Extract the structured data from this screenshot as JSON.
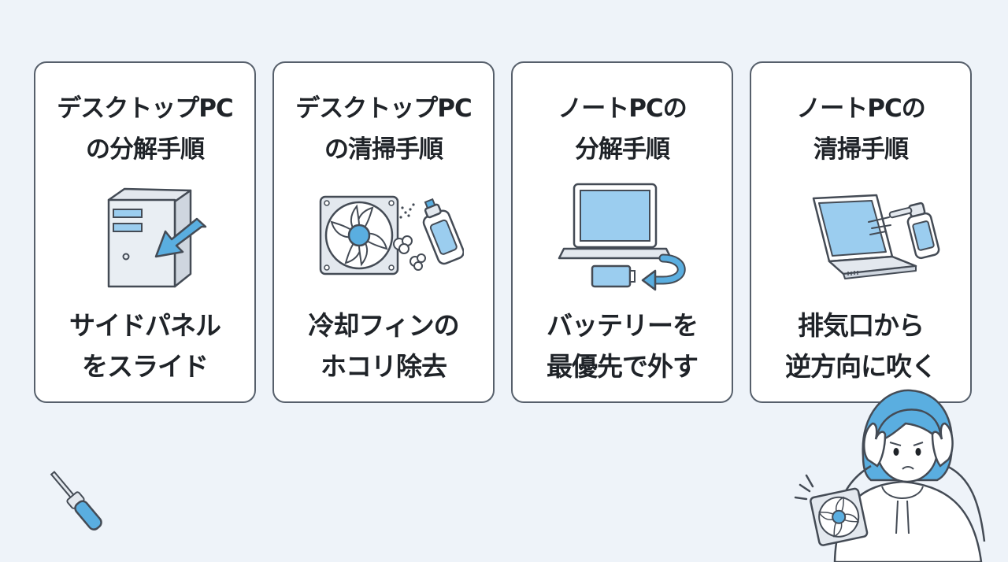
{
  "cards": [
    {
      "title_line1": "デスクトップPC",
      "title_line2": "の分解手順",
      "caption_line1": "サイドパネル",
      "caption_line2": "をスライド",
      "icon": "desktop-tower-icon"
    },
    {
      "title_line1": "デスクトップPC",
      "title_line2": "の清掃手順",
      "caption_line1": "冷却フィンの",
      "caption_line2": "ホコリ除去",
      "icon": "fan-spray-icon"
    },
    {
      "title_line1": "ノートPCの",
      "title_line2": "分解手順",
      "caption_line1": "バッテリーを",
      "caption_line2": "最優先で外す",
      "icon": "laptop-battery-icon"
    },
    {
      "title_line1": "ノートPCの",
      "title_line2": "清掃手順",
      "caption_line1": "排気口から",
      "caption_line2": "逆方向に吹く",
      "icon": "laptop-spray-icon"
    }
  ],
  "decorations": {
    "screwdriver": "screwdriver-icon",
    "person": "worried-person-with-fan-illustration"
  },
  "colors": {
    "background": "#eef3f9",
    "card_border": "#565f6b",
    "accent_blue": "#5aaee0",
    "light_blue": "#9bcdef",
    "line": "#444b55"
  }
}
